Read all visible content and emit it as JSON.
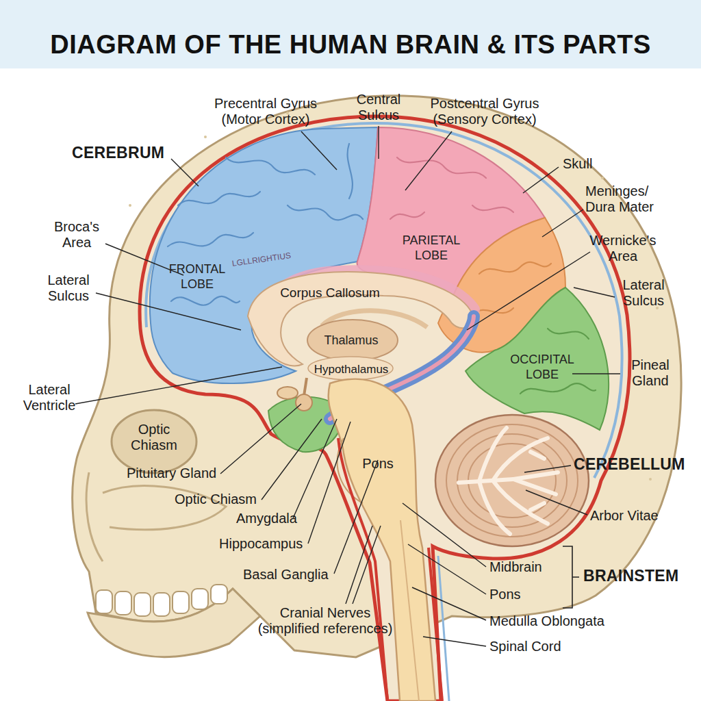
{
  "diagram": {
    "title": "DIAGRAM OF THE HUMAN BRAIN & ITS PARTS",
    "labels": [
      "CEREBRUM",
      "Precentral Gyrus (Motor Cortex)",
      "Central Sulcus",
      "Postcentral Gyrus (Sensory Cortex)",
      "Skull",
      "Meninges/ Dura Mater",
      "Broca's Area",
      "FRONTAL LOBE",
      "LGLLRIGHTIUS",
      "Wernicke's Area",
      "PARIETAL LOBE",
      "Lateral Sulcus",
      "Lateral Sulcus",
      "Corpus Callosum",
      "Thalamus",
      "Hypothalamus",
      "OCCIPITAL LOBE",
      "Pineal Gland",
      "Lateral Ventricle",
      "Optic Chiasm",
      "Pituitary Gland",
      "Optic Chiasm",
      "Amygdala",
      "Hippocampus",
      "Basal Ganglia",
      "Cranial Nerves (simplified references)",
      "Pons",
      "CEREBELLUM",
      "Arbor Vitae",
      "Midbrain",
      "Pons",
      "Medulla Oblongata",
      "Spinal Cord",
      "BRAINSTEM"
    ]
  }
}
